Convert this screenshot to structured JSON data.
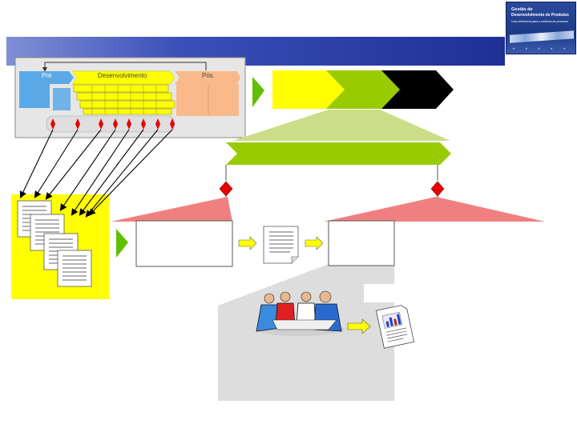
{
  "header": {
    "phase_pre": "Pré",
    "phase_dev": "Desenvolvimento",
    "phase_pos": "Pós"
  },
  "logo": {
    "line1": "Gestão de",
    "line2": "Desenvolvimento de Produtos",
    "line3": "Uma referência para a melhoria do processo"
  },
  "colors": {
    "title_bar": "#2b3fa3",
    "pre": "#5aa9e6",
    "dev": "#ffff00",
    "pos": "#f9b98a",
    "green": "#99cc00",
    "light_green": "#ccdd88",
    "milestone": "#e60000",
    "fan": "#f08080",
    "doc_panel": "#ffff00",
    "gray_panel": "#dddddd"
  }
}
